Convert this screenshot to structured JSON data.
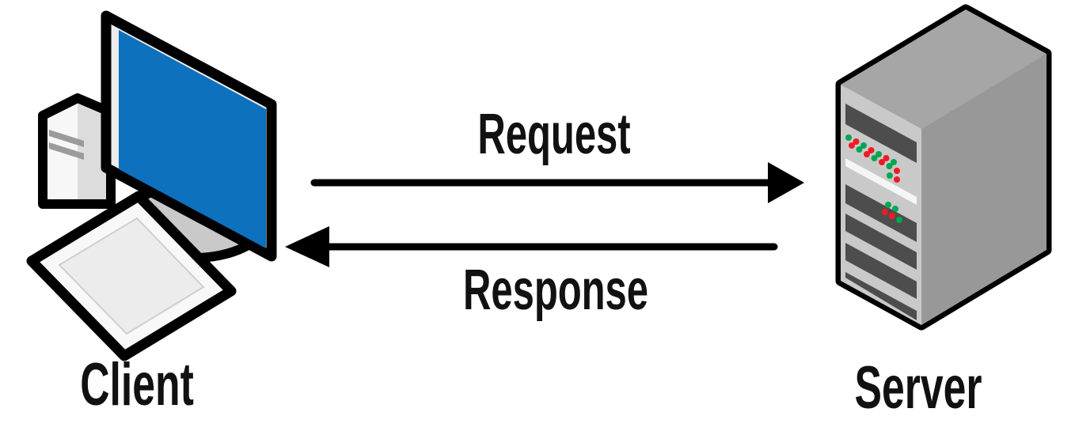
{
  "diagram": {
    "title_implicit": "Client-Server request/response exchange",
    "client": {
      "label": "Client",
      "icon": "desktop-computer-icon"
    },
    "server": {
      "label": "Server",
      "icon": "server-tower-icon"
    },
    "request": {
      "label": "Request",
      "direction": "client-to-server"
    },
    "response": {
      "label": "Response",
      "direction": "server-to-client"
    }
  },
  "colors": {
    "background": "#ffffff",
    "outline_black": "#000000",
    "screen_blue": "#0d71bd",
    "monitor_bezel": "#ececec",
    "tower_left_face": "#f7f7f7",
    "tower_right_face": "#dcdcdc",
    "tower_vent_gray": "#9b9b9b",
    "stand_gray": "#c9c9c9",
    "keyboard_top": "#f8f8f8",
    "keyboard_keys": "#ececec",
    "server_front_gray": "#c9c9c9",
    "server_top_gray": "#a6a6a6",
    "server_side_gray": "#989898",
    "server_slot_gray": "#4d4d4d",
    "server_stripe_white": "#f5f5f5",
    "led_green": "#00a651",
    "led_red": "#ed1c24"
  }
}
